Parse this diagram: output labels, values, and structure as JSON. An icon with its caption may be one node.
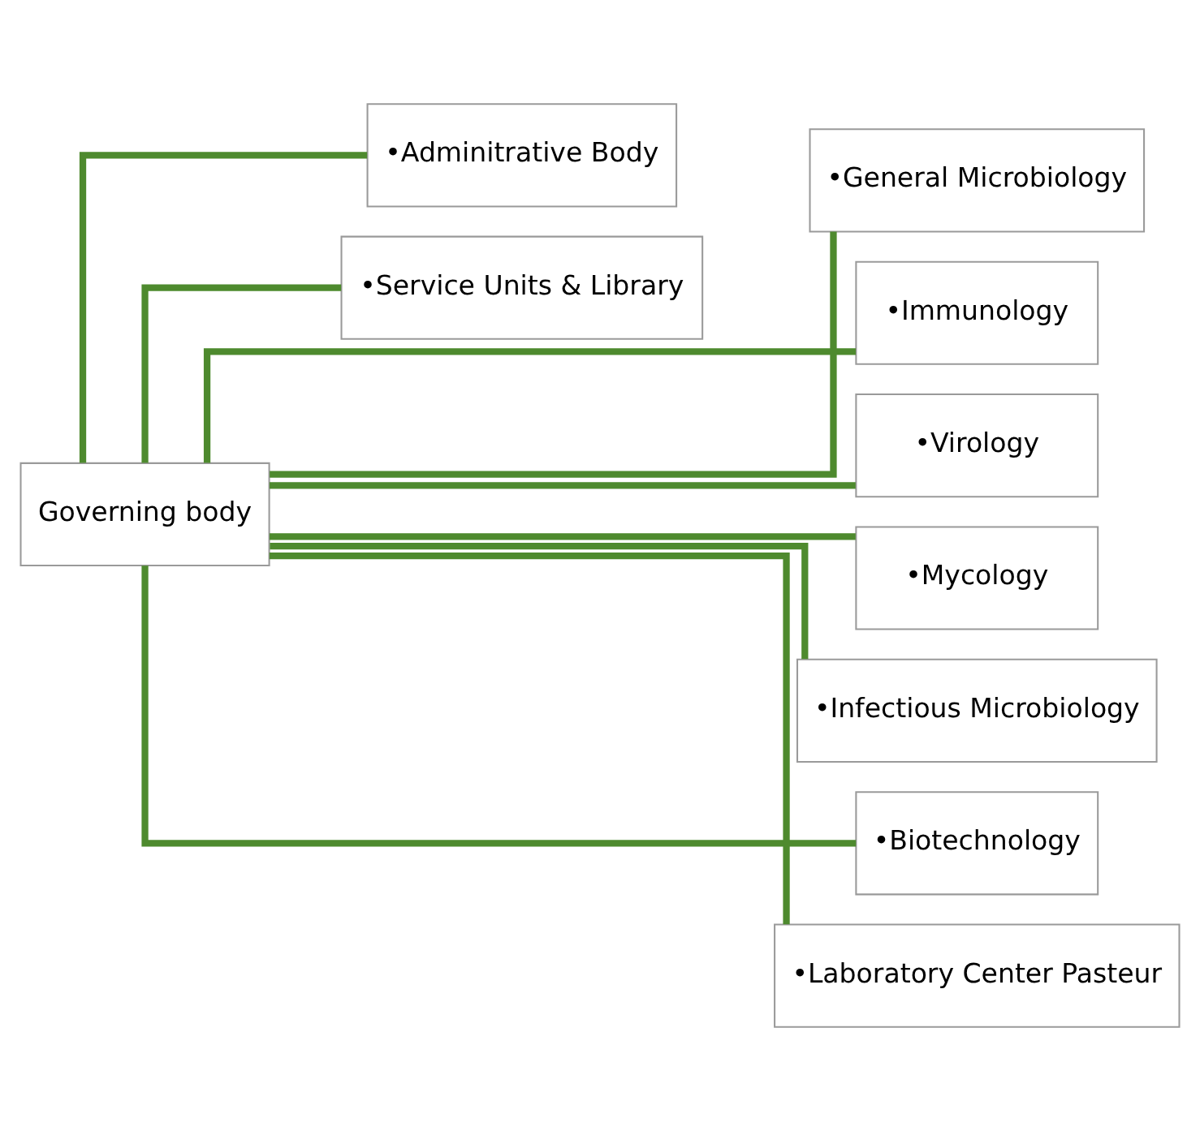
{
  "diagram": {
    "nodes": [
      {
        "text": [
          "Governing body"
        ]
      },
      {
        "text": [
          "•Adminitrative Body"
        ]
      },
      {
        "text": [
          "•Service Units & Library"
        ]
      },
      {
        "text": [
          "•General Microbiology"
        ]
      },
      {
        "text": [
          "•Immunology"
        ]
      },
      {
        "text": [
          "•Virology"
        ]
      },
      {
        "text": [
          "•Mycology"
        ]
      },
      {
        "text": [
          "•Infectious Microbiology"
        ]
      },
      {
        "text": [
          "•Biotechnology"
        ]
      },
      {
        "text": [
          "•Laboratory Center Pasteur"
        ]
      }
    ],
    "edges": [
      {
        "from": 0,
        "to": 1,
        "arrow": "none"
      },
      {
        "from": 0,
        "to": 2,
        "arrow": "none"
      },
      {
        "from": 0,
        "to": 3,
        "arrow": "none"
      },
      {
        "from": 0,
        "to": 4,
        "arrow": "none"
      },
      {
        "from": 0,
        "to": 5,
        "arrow": "none"
      },
      {
        "from": 0,
        "to": 6,
        "arrow": "none"
      },
      {
        "from": 0,
        "to": 7,
        "arrow": "none"
      },
      {
        "from": 0,
        "to": 8,
        "arrow": "none"
      },
      {
        "from": 0,
        "to": 9,
        "arrow": "none"
      }
    ]
  }
}
